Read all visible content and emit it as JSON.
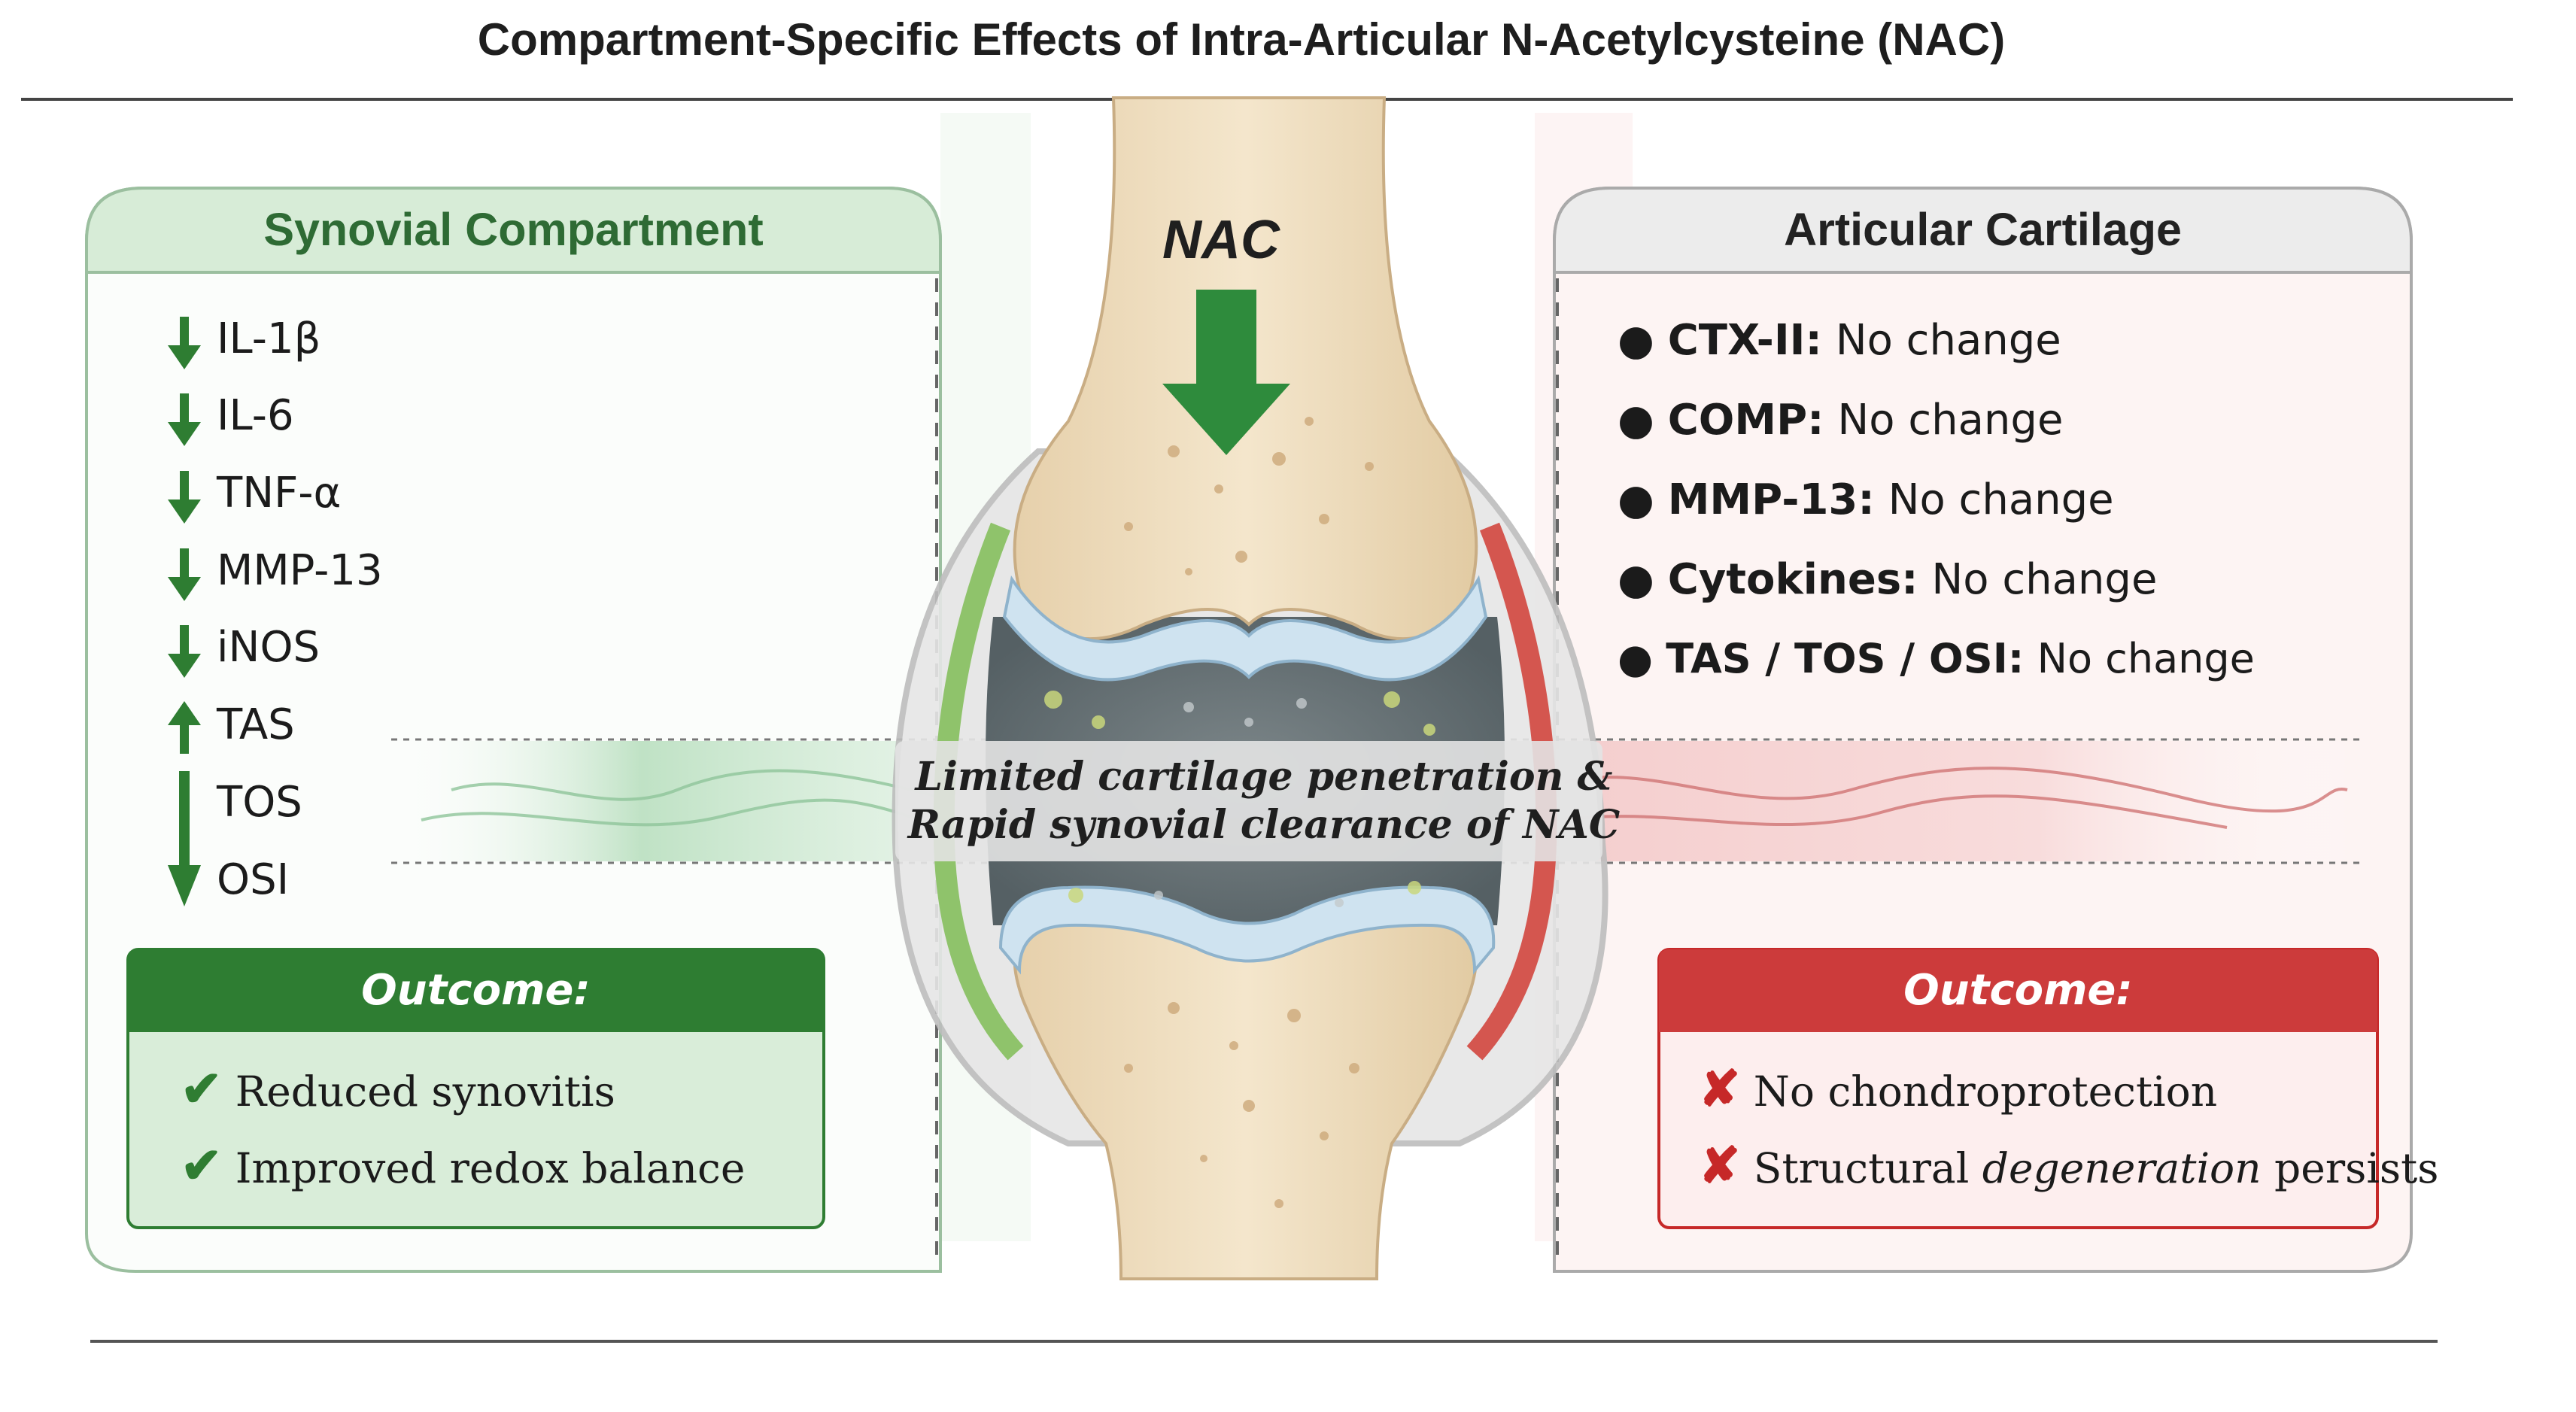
{
  "title": "Compartment-Specific Effects of Intra-Articular N-Acetylcysteine (NAC)",
  "nac_label": "NAC",
  "band_text": {
    "line1": "Limited cartilage penetration &",
    "line2": "Rapid synovial clearance of NAC"
  },
  "synovial": {
    "heading": "Synovial Compartment",
    "markers": [
      {
        "label": "IL-1β",
        "direction": "down"
      },
      {
        "label": "IL-6",
        "direction": "down"
      },
      {
        "label": "TNF-α",
        "direction": "down"
      },
      {
        "label": "MMP-13",
        "direction": "down"
      },
      {
        "label": "iNOS",
        "direction": "down"
      },
      {
        "label": "TAS",
        "direction": "up"
      },
      {
        "label": "TOS",
        "direction": "down"
      },
      {
        "label": "OSI",
        "direction": "down"
      }
    ],
    "outcome": {
      "heading": "Outcome:",
      "items": [
        "Reduced synovitis",
        "Improved redox balance"
      ]
    }
  },
  "cartilage": {
    "heading": "Articular Cartilage",
    "markers": [
      {
        "name": "CTX-II:",
        "result": "No change"
      },
      {
        "name": "COMP:",
        "result": "No change"
      },
      {
        "name": "MMP-13:",
        "result": "No change"
      },
      {
        "name": "Cytokines:",
        "result": "No change"
      },
      {
        "name": "TAS / TOS / OSI:",
        "result": "No change"
      }
    ],
    "outcome": {
      "heading": "Outcome:",
      "items": [
        {
          "plain": "No chondroprotection",
          "before": "",
          "em": "",
          "after": ""
        },
        {
          "plain": "",
          "before": "Structural ",
          "em": "degeneration",
          "after": " persists"
        }
      ]
    }
  },
  "colors": {
    "green": "#2e7d32",
    "red": "#c62828",
    "bone": "#efdcbc",
    "cartilage": "#cfe3f0"
  }
}
